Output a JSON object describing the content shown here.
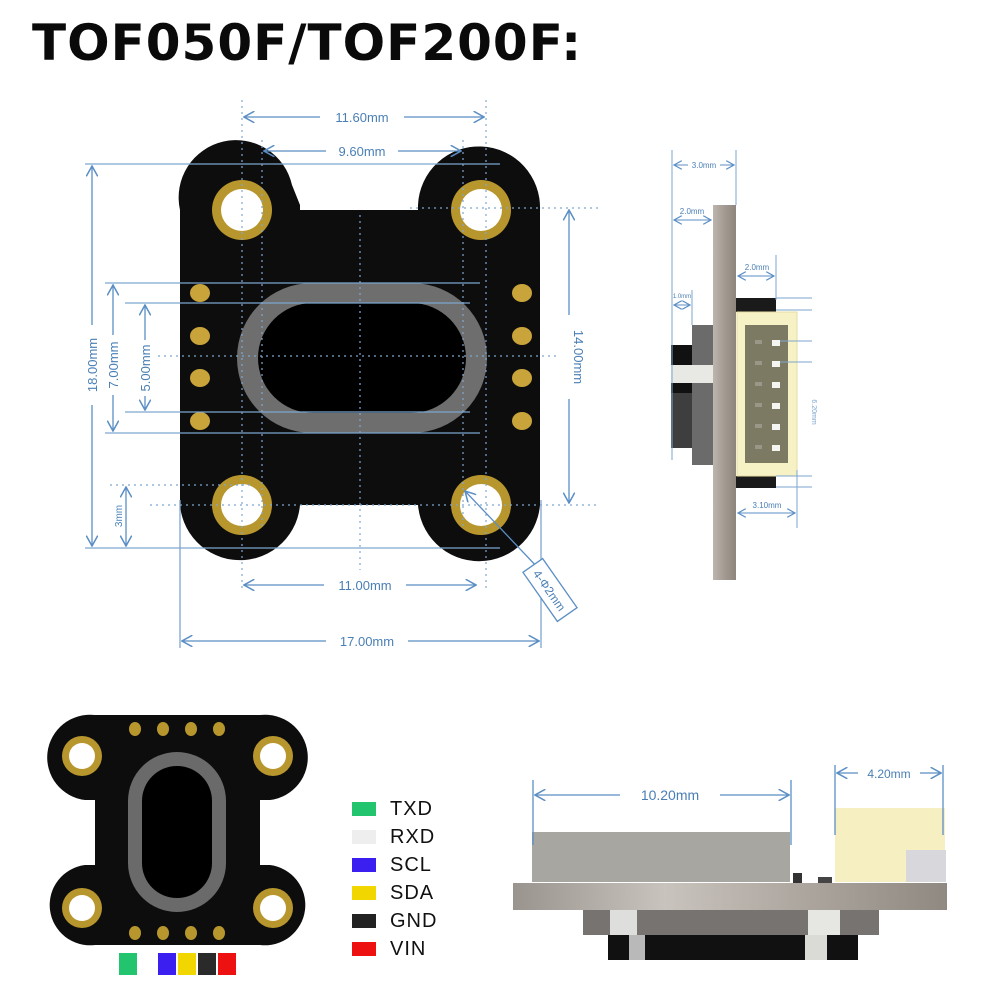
{
  "title": "TOF050F/TOF200F:",
  "top_view": {
    "dimensions": {
      "width_holes_outer": "11.60mm",
      "width_holes_inner": "9.60mm",
      "height_total": "18.00mm",
      "pad_span_outer": "7.00mm",
      "pad_span_inner": "5.00mm",
      "hole_offset": "3mm",
      "height_holes": "14.00mm",
      "hole_spacing_bottom": "11.00mm",
      "width_total": "17.00mm",
      "hole_diameter": "4-Φ2mm"
    }
  },
  "side_view": {
    "dimensions": {
      "depth_total": "3.0mm",
      "board_offset": "2.0mm",
      "connector_gap": "2.0mm",
      "sensor_protrusion": "1.0mm",
      "connector_depth": "3.10mm",
      "connector_height": "6.20mm"
    }
  },
  "bottom_view": {
    "dimensions": {
      "sensor_width": "10.20mm",
      "connector_width": "4.20mm"
    }
  },
  "colors": {
    "pcb": "#0d0d0d",
    "gold": "#b8962e",
    "dimension_line": "#5b8ec4",
    "bracket": "#a9a19a"
  },
  "legend": {
    "items": [
      {
        "label": "TXD",
        "color": "#22c46e"
      },
      {
        "label": "RXD",
        "color": "#eeeeee"
      },
      {
        "label": "SCL",
        "color": "#3a1ff0"
      },
      {
        "label": "SDA",
        "color": "#f2d600"
      },
      {
        "label": "GND",
        "color": "#222222"
      },
      {
        "label": "VIN",
        "color": "#ee1111"
      }
    ]
  }
}
